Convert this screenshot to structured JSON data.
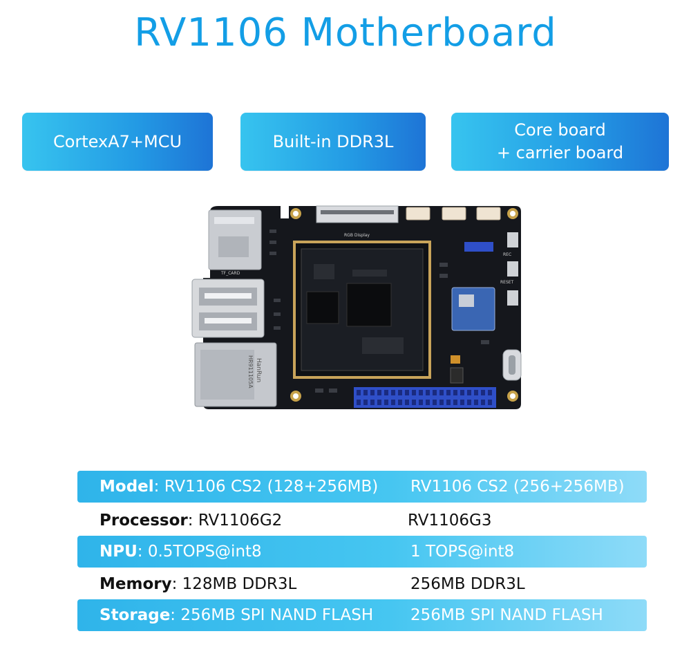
{
  "title": "RV1106 Motherboard",
  "features": [
    {
      "line1": "CortexA7+MCU",
      "line2": ""
    },
    {
      "line1": "Built-in DDR3L",
      "line2": ""
    },
    {
      "line1": "Core board",
      "line2": "+ carrier board"
    }
  ],
  "board": {
    "silkscreen": {
      "rgb_display": "RGB Display",
      "tf_card": "TF_CARD",
      "ethernet_brand": "HanRun",
      "ethernet_model": "HR911105A",
      "reset": "RESET",
      "rec": "REC"
    }
  },
  "specs": [
    {
      "label": "Model",
      "sep": ": ",
      "value_a": "RV1106 CS2 (128+256MB)",
      "value_b": "RV1106 CS2 (256+256MB)"
    },
    {
      "label": "Processor",
      "sep": ": ",
      "value_a": "RV1106G2",
      "value_b": "RV1106G3"
    },
    {
      "label": "NPU",
      "sep": ": ",
      "value_a": "0.5TOPS@int8",
      "value_b": "1 TOPS@int8"
    },
    {
      "label": "Memory",
      "sep": ": ",
      "value_a": "128MB DDR3L",
      "value_b": "256MB DDR3L"
    },
    {
      "label": "Storage",
      "sep": ": ",
      "value_a": "256MB SPI NAND FLASH",
      "value_b": "256MB SPI NAND FLASH"
    }
  ],
  "colors": {
    "title": "#139ee6",
    "chip_start": "#37c4ef",
    "chip_end": "#1e74d6",
    "band_start": "#2fb4ea",
    "band_end": "#8edbf8",
    "pcb": "#15171c",
    "gpio_header": "#2f4fc8"
  }
}
